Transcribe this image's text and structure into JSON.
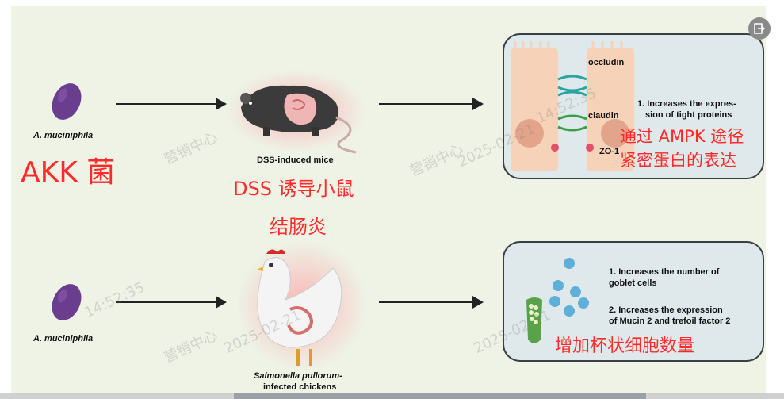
{
  "top_row": {
    "bacteria_caption": "A. muciniphila",
    "bacteria_cn": "AKK 菌",
    "mouse_caption": "DSS-induced mice",
    "mouse_cn_line1": "DSS 诱导小鼠",
    "mouse_cn_line2": "结肠炎",
    "panel": {
      "label_occludin": "occludin",
      "label_claudin": "claudin",
      "label_zo1": "ZO-1",
      "point_line1": "1. Increases the expres-",
      "point_line2": "sion of tight proteins",
      "cn_line1": "通过 AMPK 途径",
      "cn_line2": "紧密蛋白的表达"
    }
  },
  "bottom_row": {
    "bacteria_caption": "A. muciniphila",
    "chicken_caption_line1": "Salmonella pullorum-",
    "chicken_caption_line2": "infected chickens",
    "panel": {
      "point1_line1": "1. Increases the number of",
      "point1_line2": "goblet cells",
      "point2_line1": "2. Increases the expression",
      "point2_line2": "of Mucin 2 and trefoil factor 2",
      "cn_line1": "增加杯状细胞数量"
    }
  },
  "watermark": {
    "text_a": "营销中心",
    "text_b": "2025-02-21",
    "text_c": "14:52:35"
  },
  "colors": {
    "bacteria": "#6a3d8e",
    "annotation_red": "#ff2a2a",
    "panel_bg": "#dfe9ec",
    "slide_bg": "#eef3e6"
  }
}
